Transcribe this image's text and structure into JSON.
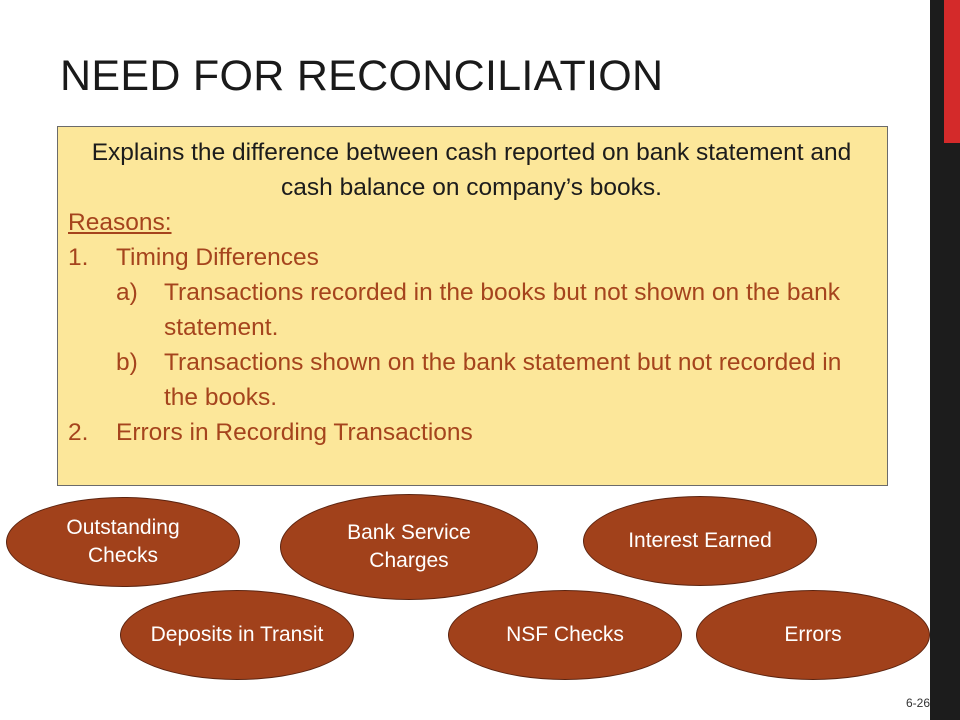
{
  "slide": {
    "title": "NEED FOR RECONCILIATION",
    "page_number": "6-26"
  },
  "info_box": {
    "lead": "Explains the difference between cash reported on bank statement and cash balance on company’s books.",
    "reasons_label": "Reasons:",
    "items": [
      {
        "marker": "1.",
        "text": "Timing Differences"
      },
      {
        "marker": "a)",
        "text": "Transactions recorded in the books but not shown on the bank statement."
      },
      {
        "marker": "b)",
        "text": "Transactions shown on the bank statement but not recorded in the books."
      },
      {
        "marker": "2.",
        "text": "Errors in Recording Transactions"
      }
    ]
  },
  "ovals": [
    "Outstanding Checks",
    "Bank Service Charges",
    "Interest Earned",
    "Deposits in Transit",
    "NSF Checks",
    "Errors"
  ],
  "colors": {
    "box_fill": "#fce79a",
    "accent_text": "#a5441d",
    "oval_fill": "#a1411b",
    "sidebar": "#1c1c1c",
    "sidebar_accent": "#d42a2a"
  }
}
